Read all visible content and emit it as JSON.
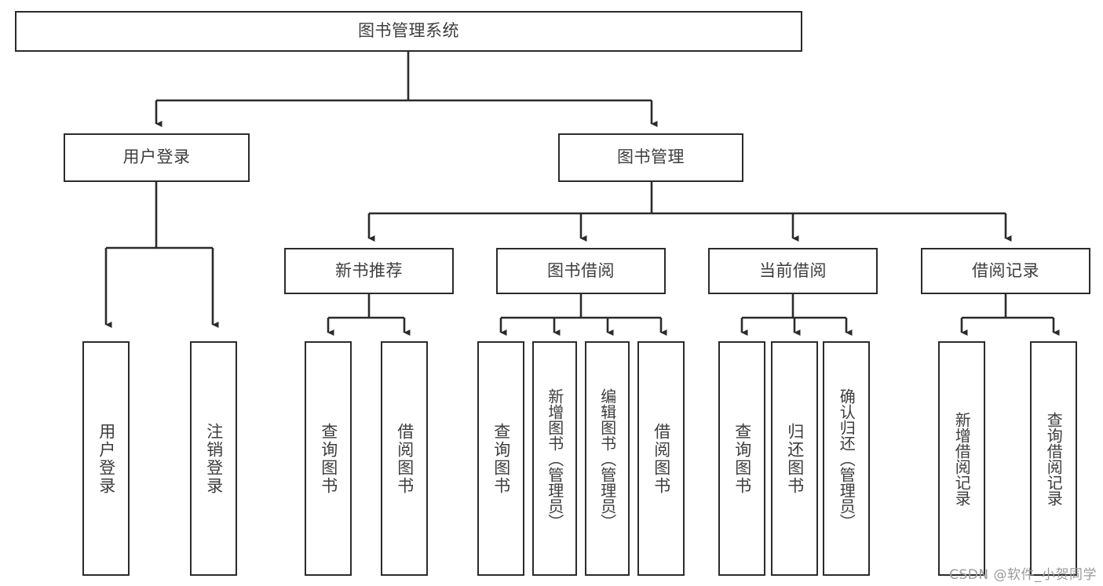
{
  "diagram": {
    "type": "tree-hierarchy",
    "title": "图书管理系统",
    "watermark": "CSDN @软件_小贺同学",
    "root": {
      "id": "root",
      "label": "图书管理系统"
    },
    "level2": [
      {
        "id": "user-login",
        "label": "用户登录"
      },
      {
        "id": "book-manage",
        "label": "图书管理"
      }
    ],
    "level3": [
      {
        "id": "new-book-rec",
        "label": "新书推荐",
        "parent": "book-manage"
      },
      {
        "id": "book-borrow",
        "label": "图书借阅",
        "parent": "book-manage"
      },
      {
        "id": "current-borrow",
        "label": "当前借阅",
        "parent": "book-manage"
      },
      {
        "id": "borrow-record",
        "label": "借阅记录",
        "parent": "book-manage"
      }
    ],
    "leaves": [
      {
        "id": "leaf-user-login",
        "label": "用户登录",
        "parent": "user-login"
      },
      {
        "id": "leaf-user-logout",
        "label": "注销登录",
        "parent": "user-login"
      },
      {
        "id": "leaf-query-book-1",
        "label": "查询图书",
        "parent": "new-book-rec"
      },
      {
        "id": "leaf-borrow-book-1",
        "label": "借阅图书",
        "parent": "new-book-rec"
      },
      {
        "id": "leaf-query-book-2",
        "label": "查询图书",
        "parent": "book-borrow"
      },
      {
        "id": "leaf-add-book",
        "label": "新增图书（管理员）",
        "parent": "book-borrow"
      },
      {
        "id": "leaf-edit-book",
        "label": "编辑图书（管理员）",
        "parent": "book-borrow"
      },
      {
        "id": "leaf-borrow-book-2",
        "label": "借阅图书",
        "parent": "book-borrow"
      },
      {
        "id": "leaf-query-book-3",
        "label": "查询图书",
        "parent": "current-borrow"
      },
      {
        "id": "leaf-return-book",
        "label": "归还图书",
        "parent": "current-borrow"
      },
      {
        "id": "leaf-confirm-return",
        "label": "确认归还（管理员）",
        "parent": "current-borrow"
      },
      {
        "id": "leaf-add-record",
        "label": "新增借阅记录",
        "parent": "borrow-record"
      },
      {
        "id": "leaf-query-record",
        "label": "查询借阅记录",
        "parent": "borrow-record"
      }
    ],
    "colors": {
      "box_border": "#2b2b2b",
      "box_fill": "#ffffff",
      "text": "#3d3d3d",
      "edge": "#2b2b2b",
      "watermark": "#9a9a9a",
      "background": "#ffffff"
    }
  }
}
